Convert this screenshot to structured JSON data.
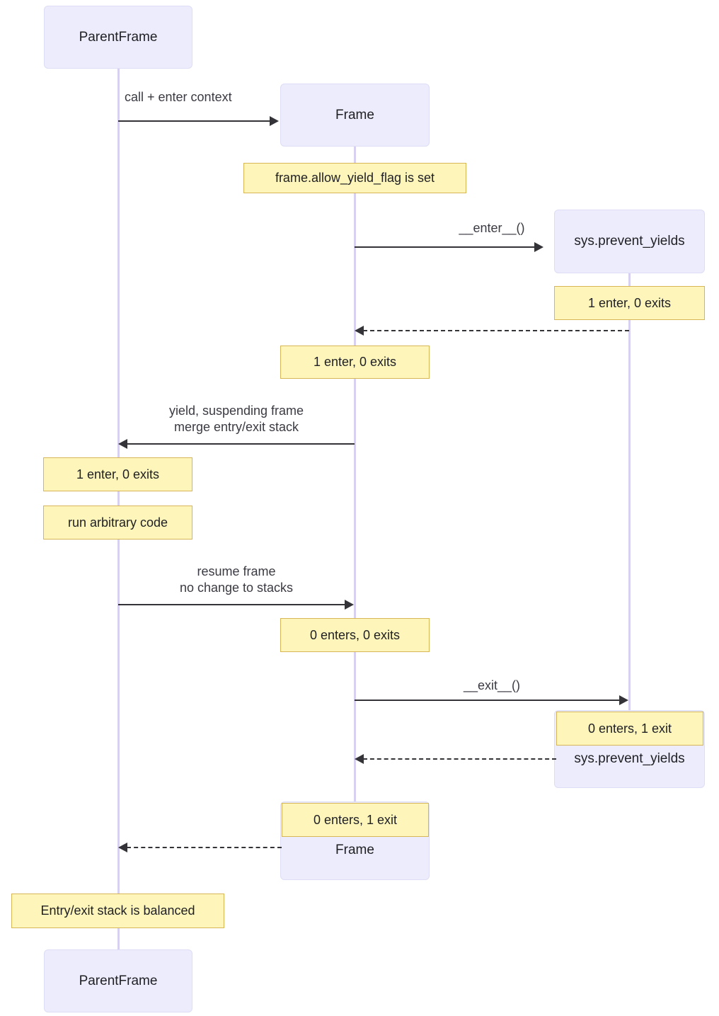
{
  "diagram": {
    "type": "sequence-diagram",
    "title": "",
    "colors": {
      "actor_fill": "#ececfd",
      "actor_stroke": "#ddddf5",
      "note_fill": "#fdf5ba",
      "note_stroke": "#d6b656",
      "lifeline": "#d8d0f0",
      "arrow": "#333338",
      "text": "#1f1f24",
      "background": "#ffffff"
    },
    "participants": [
      {
        "id": "parent",
        "label": "ParentFrame"
      },
      {
        "id": "frame",
        "label": "Frame"
      },
      {
        "id": "sys",
        "label": "sys.prevent_yields"
      }
    ],
    "closing_participants": [
      {
        "id": "sys",
        "label": "sys.prevent_yields"
      },
      {
        "id": "frame",
        "label": "Frame"
      },
      {
        "id": "parent",
        "label": "ParentFrame"
      }
    ],
    "messages": [
      {
        "id": "m1",
        "from": "parent",
        "to": "frame",
        "label": "call + enter context",
        "style": "solid"
      },
      {
        "id": "m2",
        "from": "frame",
        "to": "sys",
        "label": "__enter__()",
        "style": "solid"
      },
      {
        "id": "m3",
        "from": "sys",
        "to": "frame",
        "label": "",
        "style": "dotted"
      },
      {
        "id": "m4",
        "from": "frame",
        "to": "parent",
        "label": "yield, suspending frame\nmerge entry/exit stack",
        "style": "solid"
      },
      {
        "id": "m5",
        "from": "parent",
        "to": "frame",
        "label": "resume frame\nno change to stacks",
        "style": "solid"
      },
      {
        "id": "m6",
        "from": "frame",
        "to": "sys",
        "label": "__exit__()",
        "style": "solid"
      },
      {
        "id": "m7",
        "from": "sys",
        "to": "frame",
        "label": "",
        "style": "dotted"
      },
      {
        "id": "m8",
        "from": "frame",
        "to": "parent",
        "label": "",
        "style": "dotted"
      }
    ],
    "notes": [
      {
        "id": "n1",
        "over": "frame",
        "text": "frame.allow_yield_flag is set"
      },
      {
        "id": "n2",
        "over": "sys",
        "text": "1 enter, 0 exits"
      },
      {
        "id": "n3",
        "over": "frame",
        "text": "1 enter, 0 exits"
      },
      {
        "id": "n4",
        "over": "parent",
        "text": "1 enter, 0 exits"
      },
      {
        "id": "n5",
        "over": "parent",
        "text": "run arbitrary code"
      },
      {
        "id": "n6",
        "over": "frame",
        "text": "0 enters, 0 exits"
      },
      {
        "id": "n7",
        "over": "sys",
        "text": "0 enters, 1 exit"
      },
      {
        "id": "n8",
        "over": "frame",
        "text": "0 enters, 1 exit"
      },
      {
        "id": "n9",
        "over": "parent",
        "text": "Entry/exit stack is balanced"
      }
    ]
  }
}
